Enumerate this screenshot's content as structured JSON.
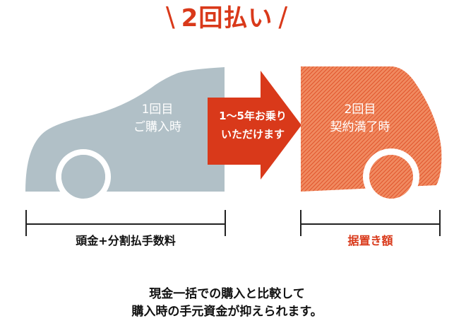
{
  "header": {
    "title": "2回払い",
    "left_deco": "\\",
    "right_deco": "/"
  },
  "car_first": {
    "line1": "1回目",
    "line2": "ご購入時",
    "color": "#b1c0c7"
  },
  "arrow": {
    "line1": "1〜5年お乗り",
    "line2": "いただけます",
    "color": "#d9391a"
  },
  "car_second": {
    "line1": "2回目",
    "line2": "契約満了時",
    "color": "#ef8155",
    "hatch_color": "#e0542c"
  },
  "brackets": {
    "left_label": "頭金+分割払手数料",
    "right_label": "据置き額",
    "right_label_color": "#d9391a"
  },
  "footer": {
    "line1": "現金一括での購入と比較して",
    "line2": "購入時の手元資金が抑えられます。"
  }
}
